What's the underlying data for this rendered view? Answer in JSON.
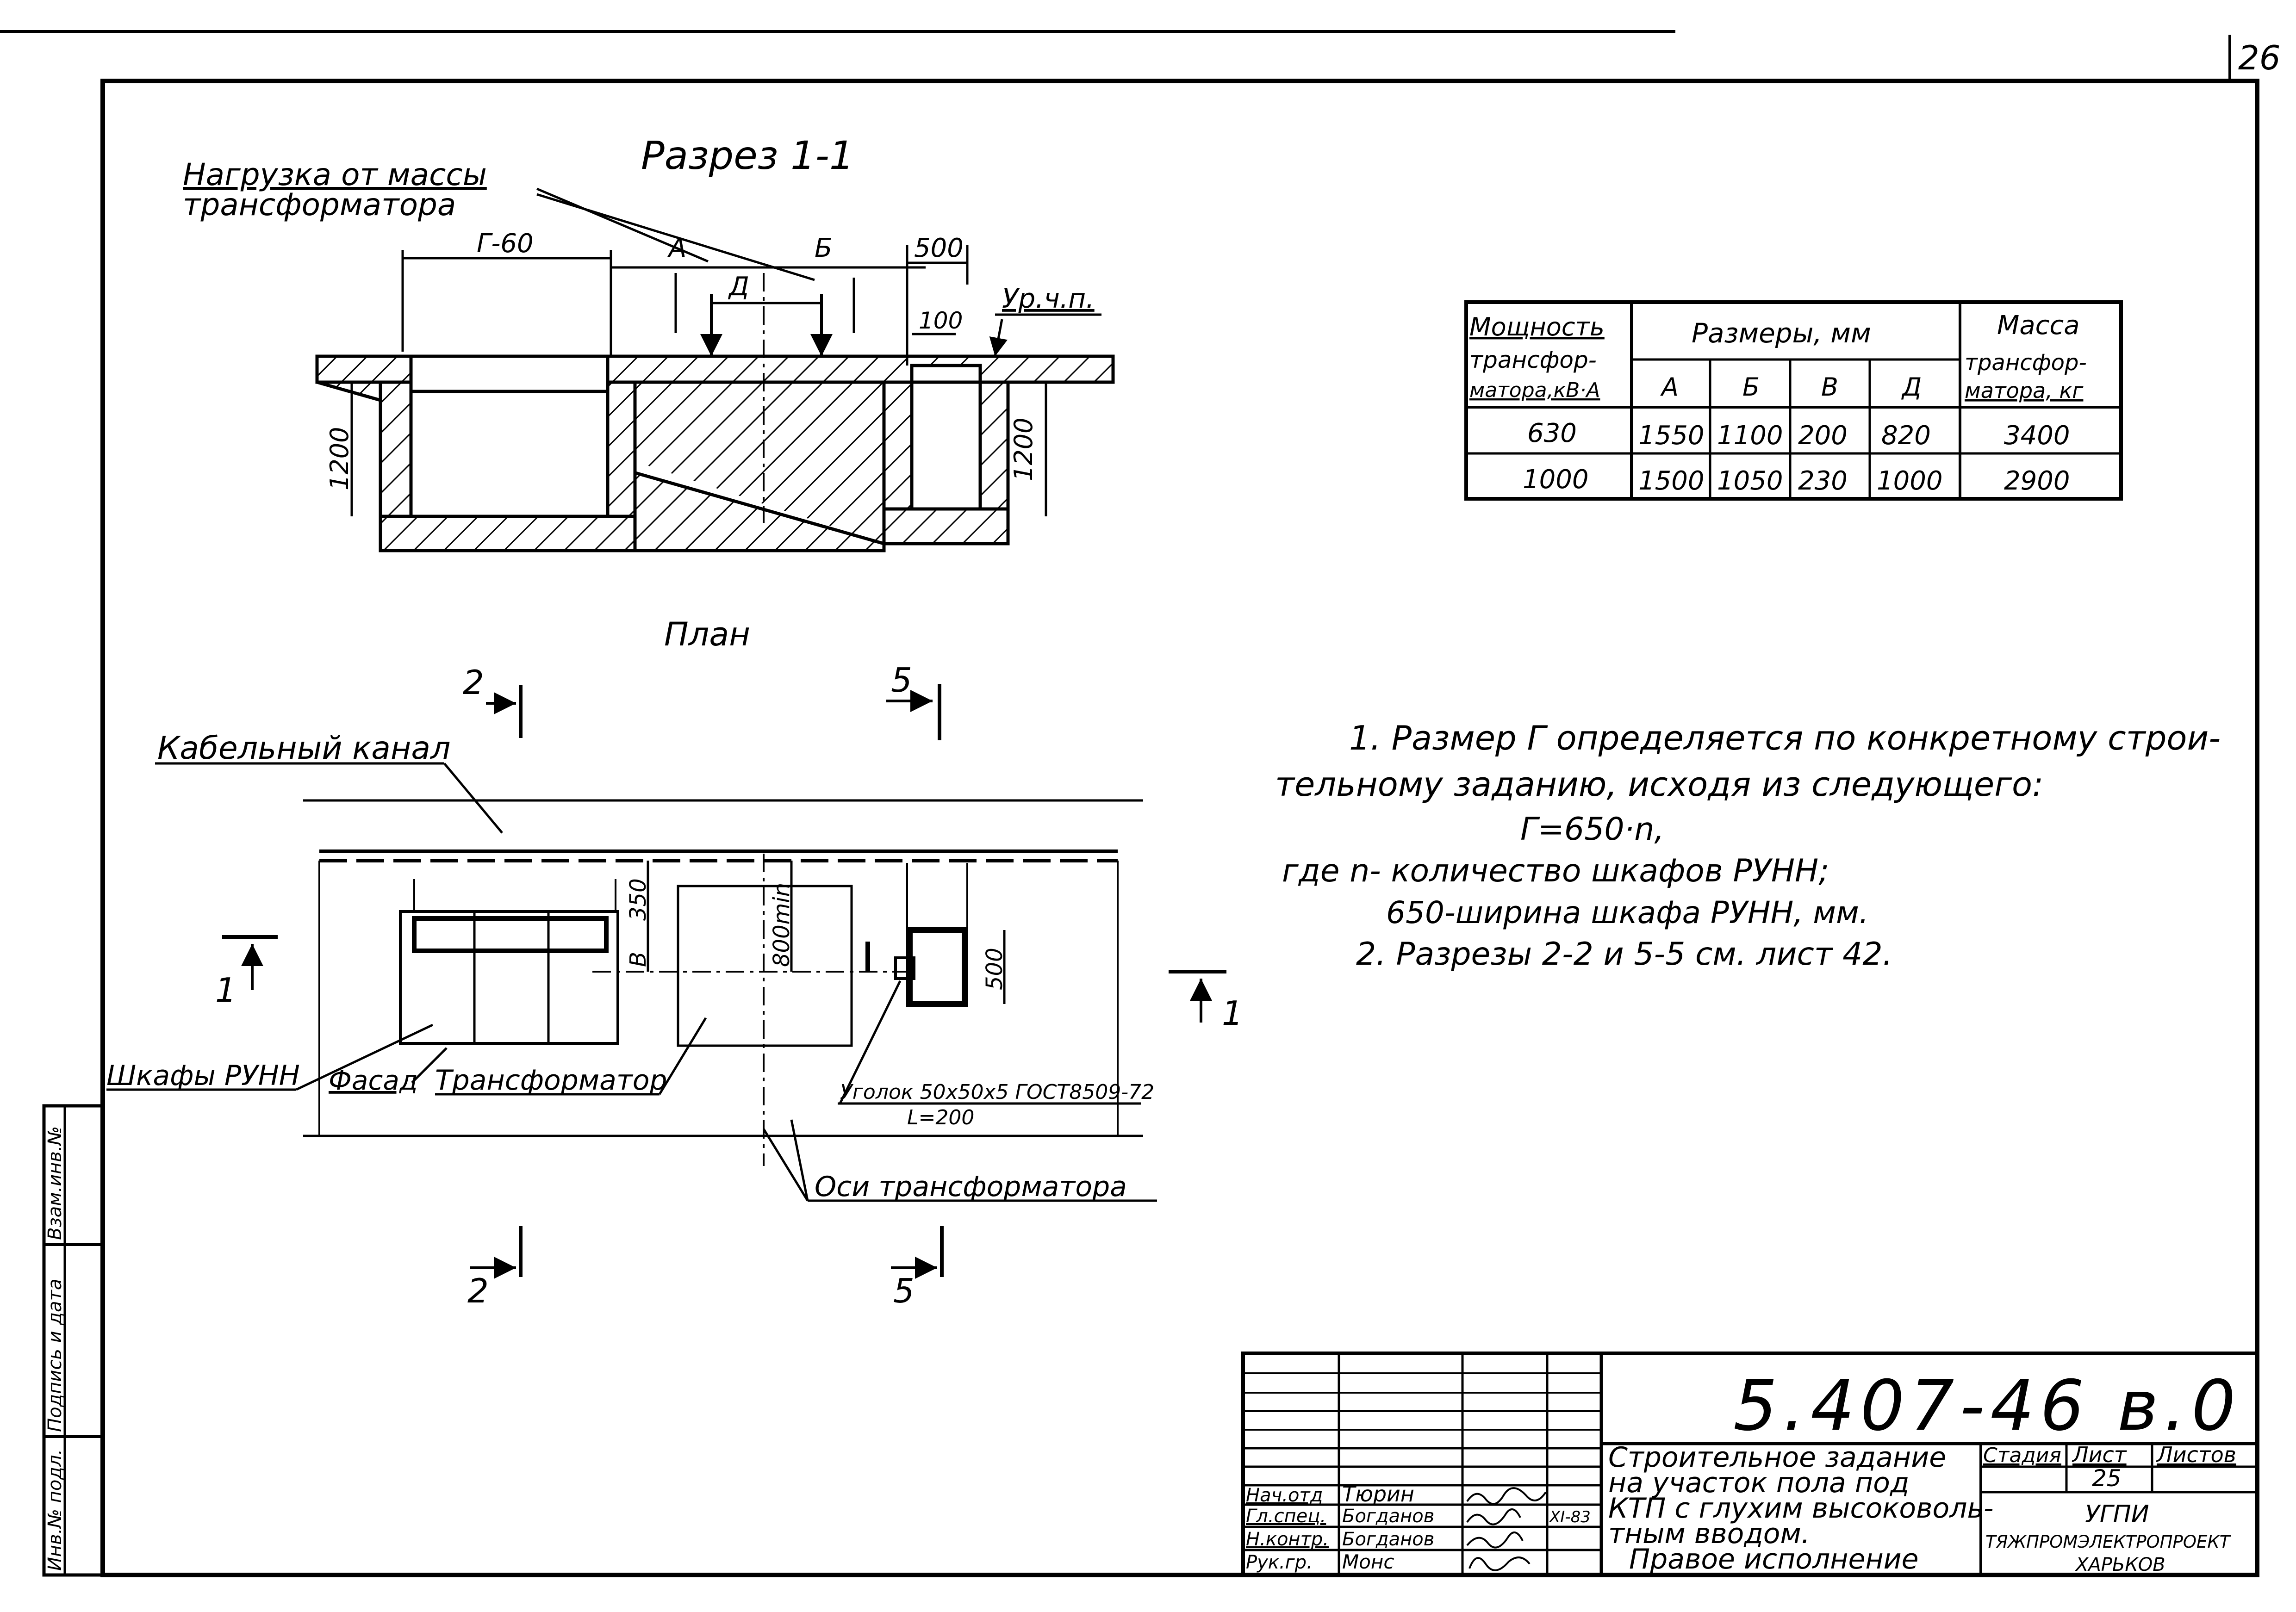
{
  "page_number": "26",
  "section": {
    "title": "Разрез 1-1",
    "load_label_line1": "Нагрузка от массы",
    "load_label_line2": "трансформатора",
    "dims": {
      "g60": "Г-60",
      "a": "А",
      "b": "Б",
      "d": "Д",
      "d500": "500",
      "d100": "100",
      "d1200_left": "1200",
      "d1200_right": "1200"
    },
    "floor_level": "Ур.ч.п."
  },
  "plan": {
    "title": "План",
    "cable_channel": "Кабельный канал",
    "cabinets": "Шкафы РУНН",
    "facade": "Фасад",
    "transformer": "Трансформатор",
    "angle_line1": "Уголок 50х50х5 ГОСТ8509-72",
    "angle_line2": "L=200",
    "axes": "Оси трансформатора",
    "dims": {
      "d350": "350",
      "b": "В",
      "d800": "800min",
      "d500": "500"
    },
    "cuts": {
      "c2": "2",
      "c5": "5",
      "c1": "1"
    }
  },
  "table": {
    "col_power": [
      "Мощность",
      "трансфор-",
      "матора,кВ·А"
    ],
    "col_sizes": "Размеры, мм",
    "col_mass": [
      "Масса",
      "трансфор-",
      "матора, кг"
    ],
    "sub_headers": [
      "А",
      "Б",
      "В",
      "Д"
    ],
    "rows": [
      {
        "power": "630",
        "a": "1550",
        "b": "1100",
        "v": "200",
        "d": "820",
        "mass": "3400"
      },
      {
        "power": "1000",
        "a": "1500",
        "b": "1050",
        "v": "230",
        "d": "1000",
        "mass": "2900"
      }
    ]
  },
  "notes": [
    "1. Размер Г определяется по конкретному строи-",
    "тельному заданию, исходя из следующего:",
    "Г=650·n,",
    "где n- количество шкафов РУНН;",
    "650-ширина шкафа РУНН, мм.",
    "2. Разрезы 2-2 и 5-5 см. лист 42."
  ],
  "stamp": {
    "code": "5.407-46 в.0",
    "title_lines": [
      "Строительное задание",
      "на участок пола под",
      "КТП с глухим высоковоль-",
      "тным вводом.",
      "Правое исполнение"
    ],
    "roles": [
      "Нач.отд",
      "Гл.спец.",
      "Н.контр.",
      "Рук.гр."
    ],
    "names": [
      "Тюрин",
      "Богданов",
      "Богданов",
      "Монс"
    ],
    "date": "XI-83",
    "stage_label": "Стадия",
    "sheet_label": "Лист",
    "sheets_label": "Листов",
    "sheet_no": "25",
    "org_line1": "УГПИ",
    "org_line2": "ТЯЖПРОМЭЛЕКТРОПРОЕКТ",
    "org_line3": "ХАРЬКОВ"
  },
  "side_stamp": [
    "Взам.инв.№",
    "Подпись и дата",
    "Инв.№ подл."
  ]
}
